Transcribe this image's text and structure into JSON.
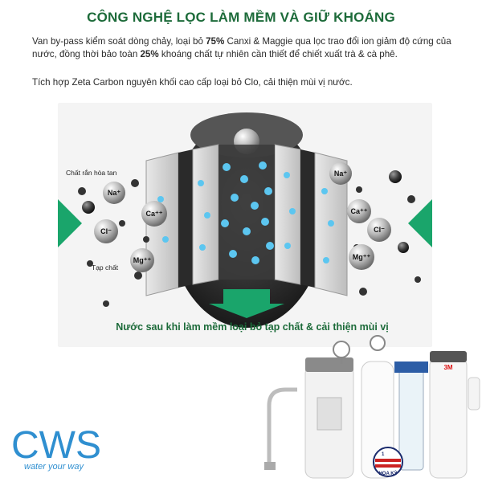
{
  "headline": "CÔNG NGHỆ LỌC LÀM MỀM VÀ GIỮ KHOÁNG",
  "paragraph1": {
    "part1": "Van by-pass kiểm soát dòng chảy, loại bỏ ",
    "bold1": "75%",
    "part2": " Canxi & Maggie qua lọc trao đổi ion giảm độ cứng của nước, đồng thời bảo toàn ",
    "bold2": "25%",
    "part3": " khoáng chất tự nhiên cần thiết để chiết xuất trà & cà phê."
  },
  "paragraph2": "Tích hợp Zeta Carbon nguyên khối cao cấp loại bỏ Clo, cải thiện mùi vị nước.",
  "diagram": {
    "label_dissolved": "Chất rắn hòa tan",
    "label_impurity": "Tạp chất",
    "left_ions": [
      "Na⁺",
      "Ca⁺⁺",
      "Cl⁻",
      "Mg⁺⁺"
    ],
    "right_ions": [
      "Na⁺",
      "Ca⁺⁺",
      "Cl⁻",
      "Mg⁺⁺"
    ],
    "caption": "Nước sau khi làm mềm loại bỏ tạp chất & cải thiện mùi vị",
    "arrow_color": "#1aa56b"
  },
  "logo": {
    "letters": "CWS",
    "tagline": "water your way",
    "color": "#2f8fd0"
  },
  "product": {
    "brand": "3M",
    "badge_text": "HOA KỲ",
    "badge_number": "1"
  },
  "colors": {
    "headline": "#1d6b3a",
    "caption": "#1d6b3a"
  }
}
